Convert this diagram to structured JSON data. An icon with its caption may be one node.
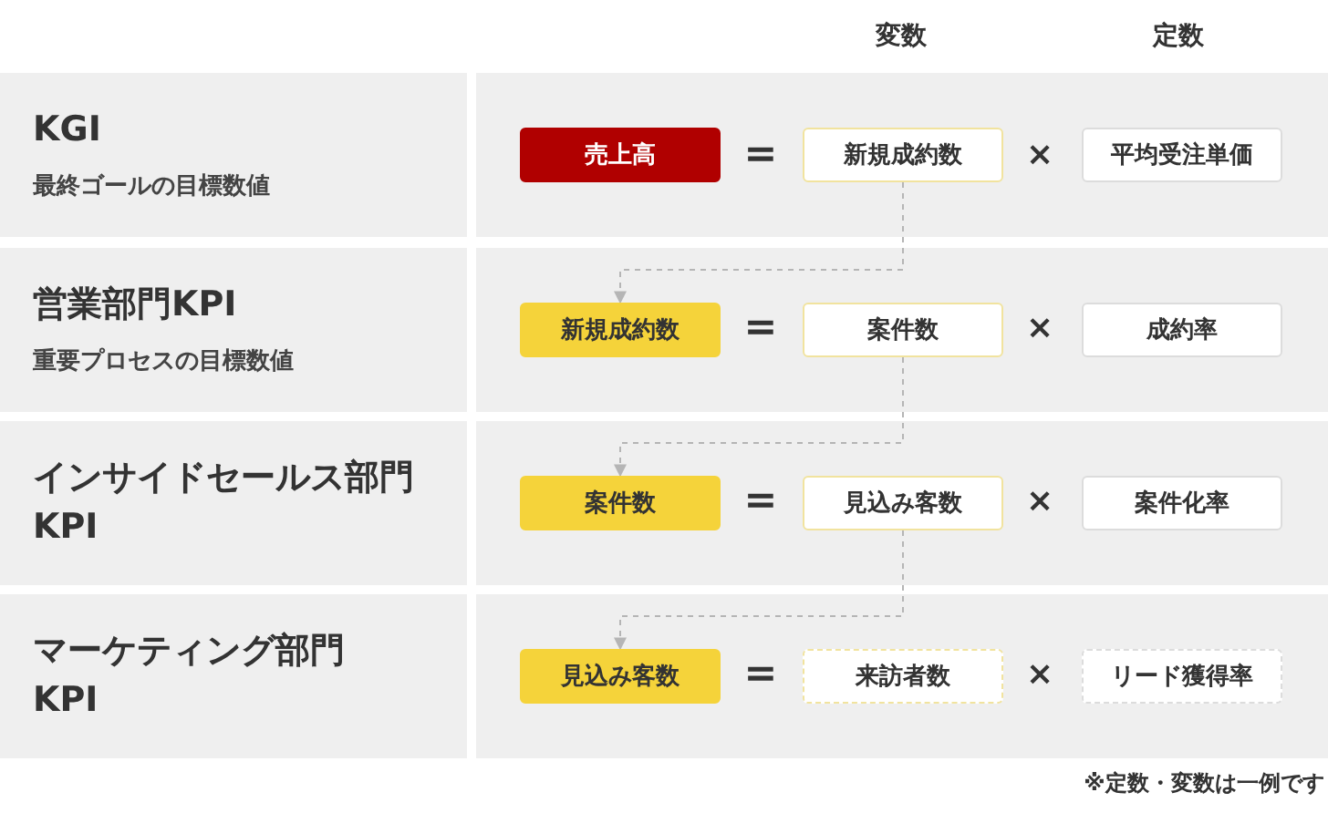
{
  "diagram": {
    "nodes": [
      {
        "text": [
          "KGI",
          "最終ゴールの目標数値"
        ]
      },
      {
        "text": [
          "売上高"
        ]
      },
      {
        "text": [
          "新規成約数"
        ]
      },
      {
        "text": [
          "平均受注単価"
        ]
      },
      {
        "text": [
          "営業部門KPI",
          "重要プロセスの目標数値"
        ]
      },
      {
        "text": [
          "新規成約数"
        ]
      },
      {
        "text": [
          "案件数"
        ]
      },
      {
        "text": [
          "成約率"
        ]
      },
      {
        "text": [
          "インサイドセールス部門KPI"
        ]
      },
      {
        "text": [
          "案件数"
        ]
      },
      {
        "text": [
          "見込み客数"
        ]
      },
      {
        "text": [
          "案件化率"
        ]
      },
      {
        "text": [
          "マーケティング部門KPI"
        ]
      },
      {
        "text": [
          "見込み客数"
        ]
      },
      {
        "text": [
          "来訪者数"
        ]
      },
      {
        "text": [
          "リード獲得率"
        ]
      }
    ],
    "edges": [
      {
        "from": 2,
        "to": 5,
        "arrow": "to",
        "style": "dashed"
      },
      {
        "from": 6,
        "to": 9,
        "arrow": "to",
        "style": "dashed"
      },
      {
        "from": 10,
        "to": 13,
        "arrow": "to",
        "style": "dashed"
      }
    ],
    "labels": [
      "変数",
      "定数",
      "=",
      "×",
      "=",
      "×",
      "=",
      "×",
      "=",
      "×",
      "※定数・変数は一例です"
    ]
  }
}
